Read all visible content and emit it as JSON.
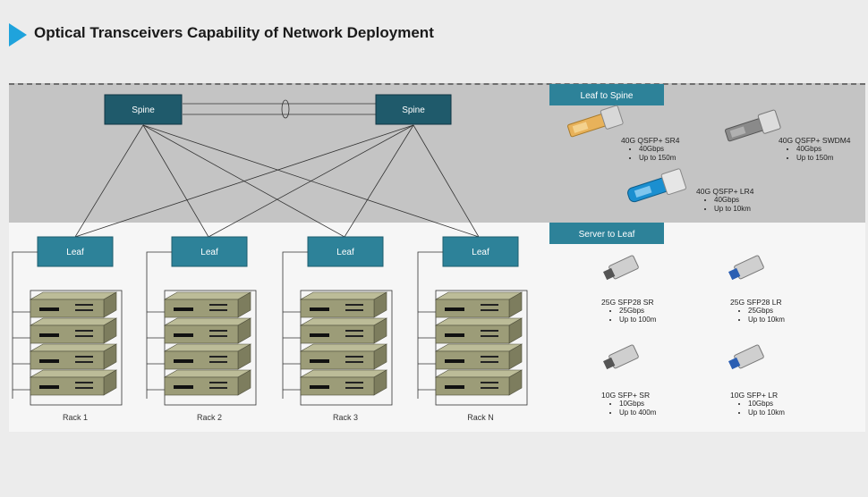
{
  "title": "Optical Transceivers Capability of Network Deployment",
  "spines": [
    {
      "label": "Spine"
    },
    {
      "label": "Spine"
    }
  ],
  "leaves": [
    {
      "label": "Leaf"
    },
    {
      "label": "Leaf"
    },
    {
      "label": "Leaf"
    },
    {
      "label": "Leaf"
    }
  ],
  "racks": [
    {
      "label": "Rack 1"
    },
    {
      "label": "Rack 2"
    },
    {
      "label": "Rack 3"
    },
    {
      "label": "Rack N"
    }
  ],
  "leaf_to_spine": {
    "header": "Leaf to Spine",
    "modules": [
      {
        "name": "40G QSFP+ SR4",
        "specs": [
          "40Gbps",
          "Up to 150m"
        ],
        "color": "#e8b25a"
      },
      {
        "name": "40G QSFP+ SWDM4",
        "specs": [
          "40Gbps",
          "Up to 150m"
        ],
        "color": "#9a9a9a"
      },
      {
        "name": "40G QSFP+ LR4",
        "specs": [
          "40Gbps",
          "Up to 10km"
        ],
        "color": "#1b8fd0"
      }
    ]
  },
  "server_to_leaf": {
    "header": "Server to Leaf",
    "modules": [
      {
        "name": "25G SFP28 SR",
        "specs": [
          "25Gbps",
          "Up to 100m"
        ]
      },
      {
        "name": "25G SFP28 LR",
        "specs": [
          "25Gbps",
          "Up to 10km"
        ]
      },
      {
        "name": "10G SFP+ SR",
        "specs": [
          "10Gbps",
          "Up to 400m"
        ]
      },
      {
        "name": "10G SFP+ LR",
        "specs": [
          "10Gbps",
          "Up to 10km"
        ]
      }
    ]
  },
  "colors": {
    "node": "#1f5a6b",
    "leaf": "#2d8299",
    "accent": "#1fa3dc",
    "server": "#9c9c78"
  }
}
